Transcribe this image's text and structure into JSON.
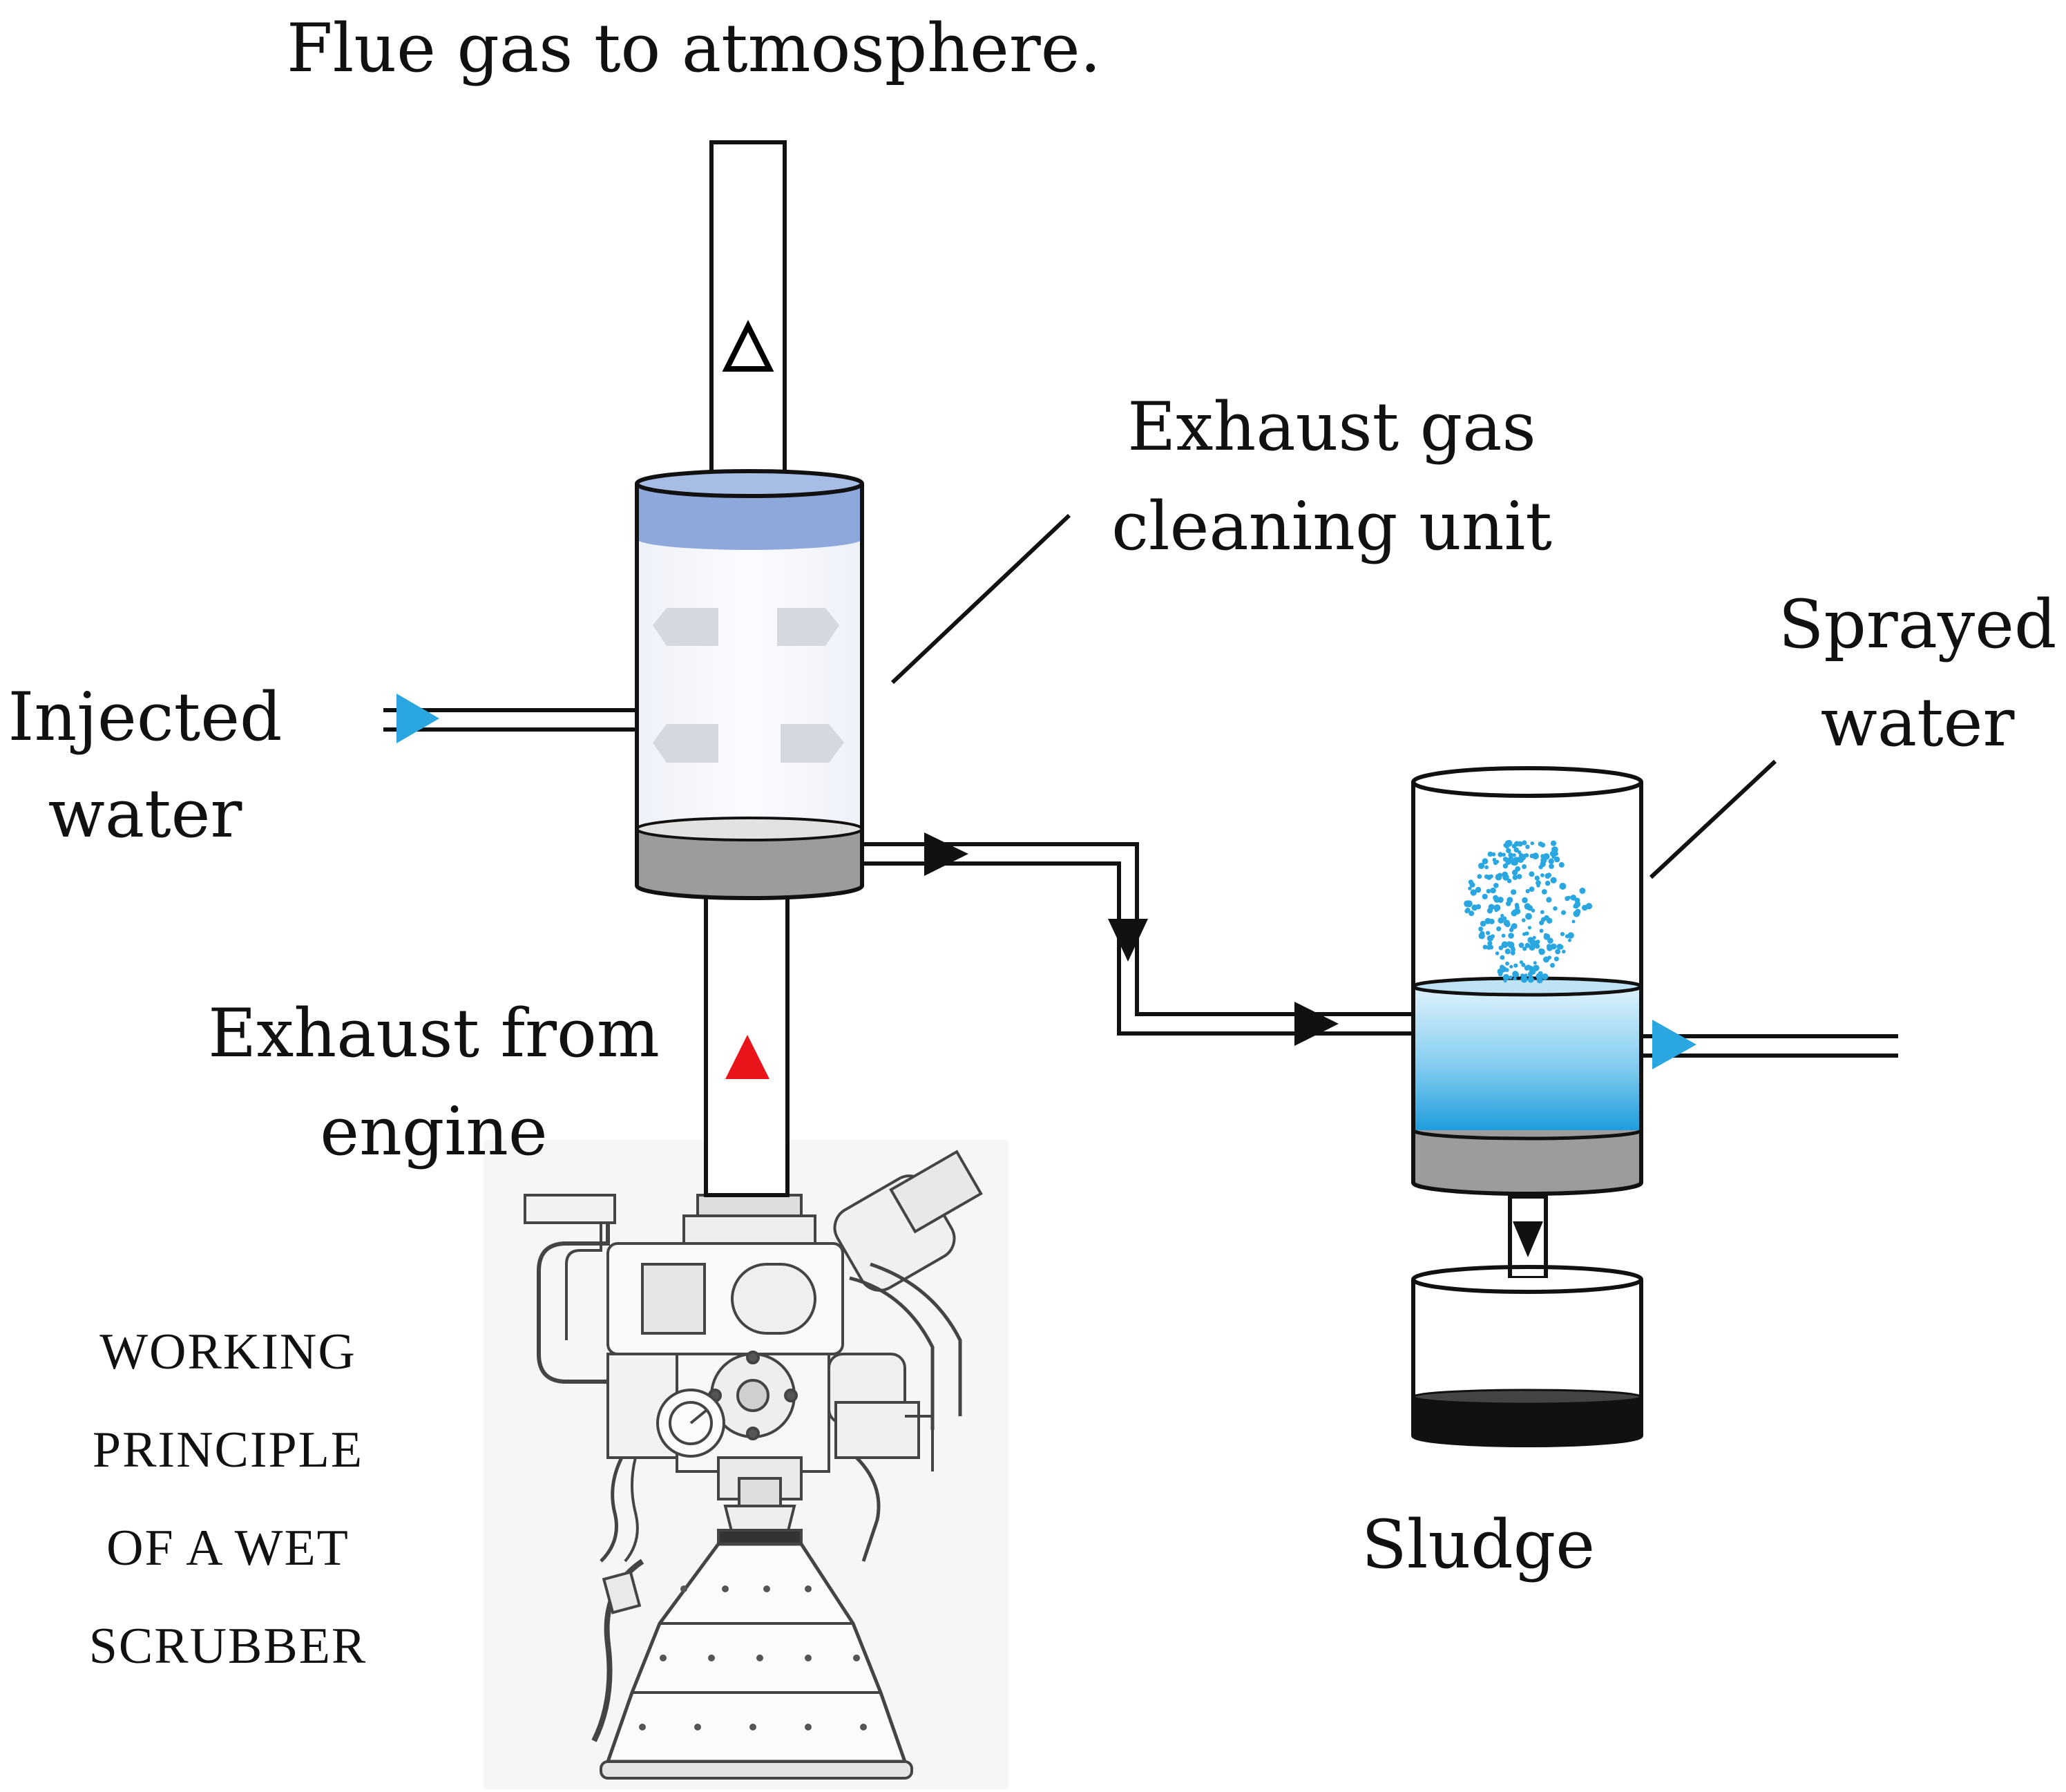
{
  "labels": {
    "flue_gas": "Flue gas to atmosphere.",
    "cleaning_unit_line1": "Exhaust gas",
    "cleaning_unit_line2": "cleaning unit",
    "injected_line1": "Injected",
    "injected_line2": "water",
    "sprayed_line1": "Sprayed",
    "sprayed_line2": "water",
    "exhaust_line1": "Exhaust from",
    "exhaust_line2": "engine",
    "sludge": "Sludge"
  },
  "caption": {
    "line1": "WORKING",
    "line2": "PRINCIPLE",
    "line3": "OF A WET",
    "line4": "SCRUBBER"
  },
  "colors": {
    "water_arrow": "#2aa6e0",
    "exhaust_arrow": "#e8141a",
    "flue_arrow": "#000000",
    "scrubber_top_band": "#8fa8dc",
    "sump_grey": "#9c9c9c",
    "tank_water": "#38aee8",
    "sludge": "#111111"
  },
  "icons": {
    "engine": "rocket-engine-sketch",
    "spray": "water-droplets"
  }
}
